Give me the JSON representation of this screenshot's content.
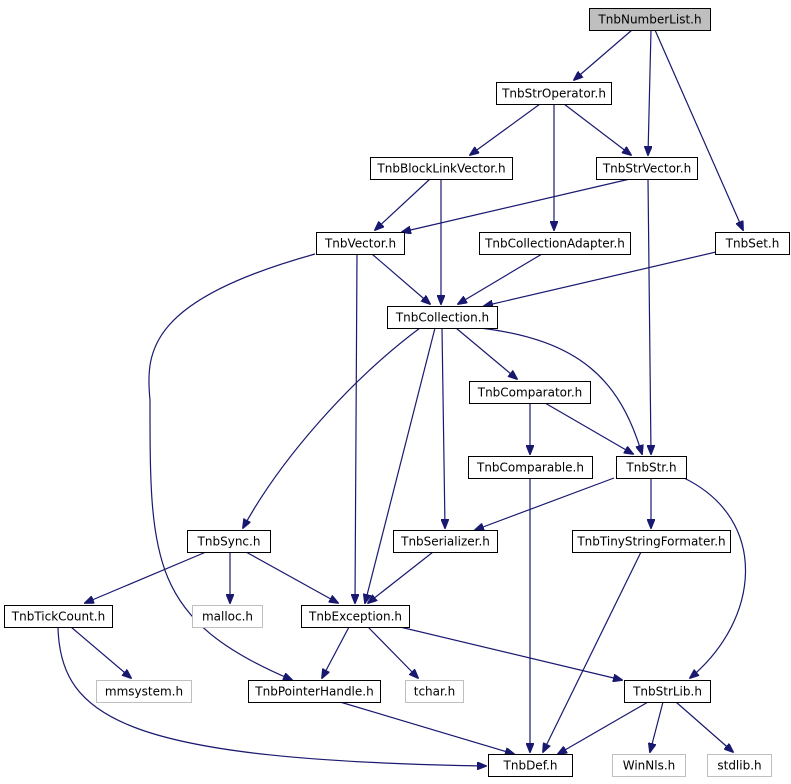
{
  "colors": {
    "edge": "#191970",
    "node_border": "#000000",
    "node_fill": "#ffffff",
    "root_fill": "#bfbfbf",
    "system_border": "#bfbfbf",
    "system_text": "#000000",
    "text": "#000000"
  },
  "nodes": [
    {
      "id": "numberlist",
      "label": "TnbNumberList.h",
      "kind": "root"
    },
    {
      "id": "stroperator",
      "label": "TnbStrOperator.h",
      "kind": "normal"
    },
    {
      "id": "blocklinkvector",
      "label": "TnbBlockLinkVector.h",
      "kind": "normal"
    },
    {
      "id": "strvector",
      "label": "TnbStrVector.h",
      "kind": "normal"
    },
    {
      "id": "vector",
      "label": "TnbVector.h",
      "kind": "normal"
    },
    {
      "id": "collectionadapter",
      "label": "TnbCollectionAdapter.h",
      "kind": "normal"
    },
    {
      "id": "set",
      "label": "TnbSet.h",
      "kind": "normal"
    },
    {
      "id": "collection",
      "label": "TnbCollection.h",
      "kind": "normal"
    },
    {
      "id": "comparator",
      "label": "TnbComparator.h",
      "kind": "normal"
    },
    {
      "id": "comparable",
      "label": "TnbComparable.h",
      "kind": "normal"
    },
    {
      "id": "str",
      "label": "TnbStr.h",
      "kind": "normal"
    },
    {
      "id": "sync",
      "label": "TnbSync.h",
      "kind": "normal"
    },
    {
      "id": "serializer",
      "label": "TnbSerializer.h",
      "kind": "normal"
    },
    {
      "id": "tinystringformater",
      "label": "TnbTinyStringFormater.h",
      "kind": "normal"
    },
    {
      "id": "tickcount",
      "label": "TnbTickCount.h",
      "kind": "normal"
    },
    {
      "id": "malloc",
      "label": "malloc.h",
      "kind": "system"
    },
    {
      "id": "exception",
      "label": "TnbException.h",
      "kind": "normal"
    },
    {
      "id": "mmsystem",
      "label": "mmsystem.h",
      "kind": "system"
    },
    {
      "id": "pointerhandle",
      "label": "TnbPointerHandle.h",
      "kind": "normal"
    },
    {
      "id": "tchar",
      "label": "tchar.h",
      "kind": "system"
    },
    {
      "id": "strlib",
      "label": "TnbStrLib.h",
      "kind": "normal"
    },
    {
      "id": "def",
      "label": "TnbDef.h",
      "kind": "normal"
    },
    {
      "id": "winnls",
      "label": "WinNls.h",
      "kind": "system"
    },
    {
      "id": "stdlib",
      "label": "stdlib.h",
      "kind": "system"
    }
  ],
  "edges": [
    {
      "from": "numberlist",
      "to": "stroperator"
    },
    {
      "from": "numberlist",
      "to": "strvector"
    },
    {
      "from": "numberlist",
      "to": "set"
    },
    {
      "from": "stroperator",
      "to": "blocklinkvector"
    },
    {
      "from": "stroperator",
      "to": "strvector"
    },
    {
      "from": "stroperator",
      "to": "collectionadapter"
    },
    {
      "from": "blocklinkvector",
      "to": "vector"
    },
    {
      "from": "blocklinkvector",
      "to": "collection"
    },
    {
      "from": "strvector",
      "to": "vector"
    },
    {
      "from": "strvector",
      "to": "str"
    },
    {
      "from": "vector",
      "to": "collection"
    },
    {
      "from": "vector",
      "to": "exception"
    },
    {
      "from": "vector",
      "to": "pointerhandle"
    },
    {
      "from": "collectionadapter",
      "to": "collection"
    },
    {
      "from": "set",
      "to": "collection"
    },
    {
      "from": "collection",
      "to": "comparator"
    },
    {
      "from": "collection",
      "to": "str"
    },
    {
      "from": "collection",
      "to": "sync"
    },
    {
      "from": "collection",
      "to": "serializer"
    },
    {
      "from": "collection",
      "to": "exception"
    },
    {
      "from": "comparator",
      "to": "comparable"
    },
    {
      "from": "comparator",
      "to": "str"
    },
    {
      "from": "comparable",
      "to": "def"
    },
    {
      "from": "str",
      "to": "serializer"
    },
    {
      "from": "str",
      "to": "tinystringformater"
    },
    {
      "from": "str",
      "to": "strlib"
    },
    {
      "from": "sync",
      "to": "tickcount"
    },
    {
      "from": "sync",
      "to": "malloc"
    },
    {
      "from": "sync",
      "to": "exception"
    },
    {
      "from": "serializer",
      "to": "exception"
    },
    {
      "from": "tinystringformater",
      "to": "def"
    },
    {
      "from": "tickcount",
      "to": "mmsystem"
    },
    {
      "from": "tickcount",
      "to": "def"
    },
    {
      "from": "exception",
      "to": "pointerhandle"
    },
    {
      "from": "exception",
      "to": "tchar"
    },
    {
      "from": "exception",
      "to": "strlib"
    },
    {
      "from": "pointerhandle",
      "to": "def"
    },
    {
      "from": "strlib",
      "to": "def"
    },
    {
      "from": "strlib",
      "to": "winnls"
    },
    {
      "from": "strlib",
      "to": "stdlib"
    }
  ]
}
